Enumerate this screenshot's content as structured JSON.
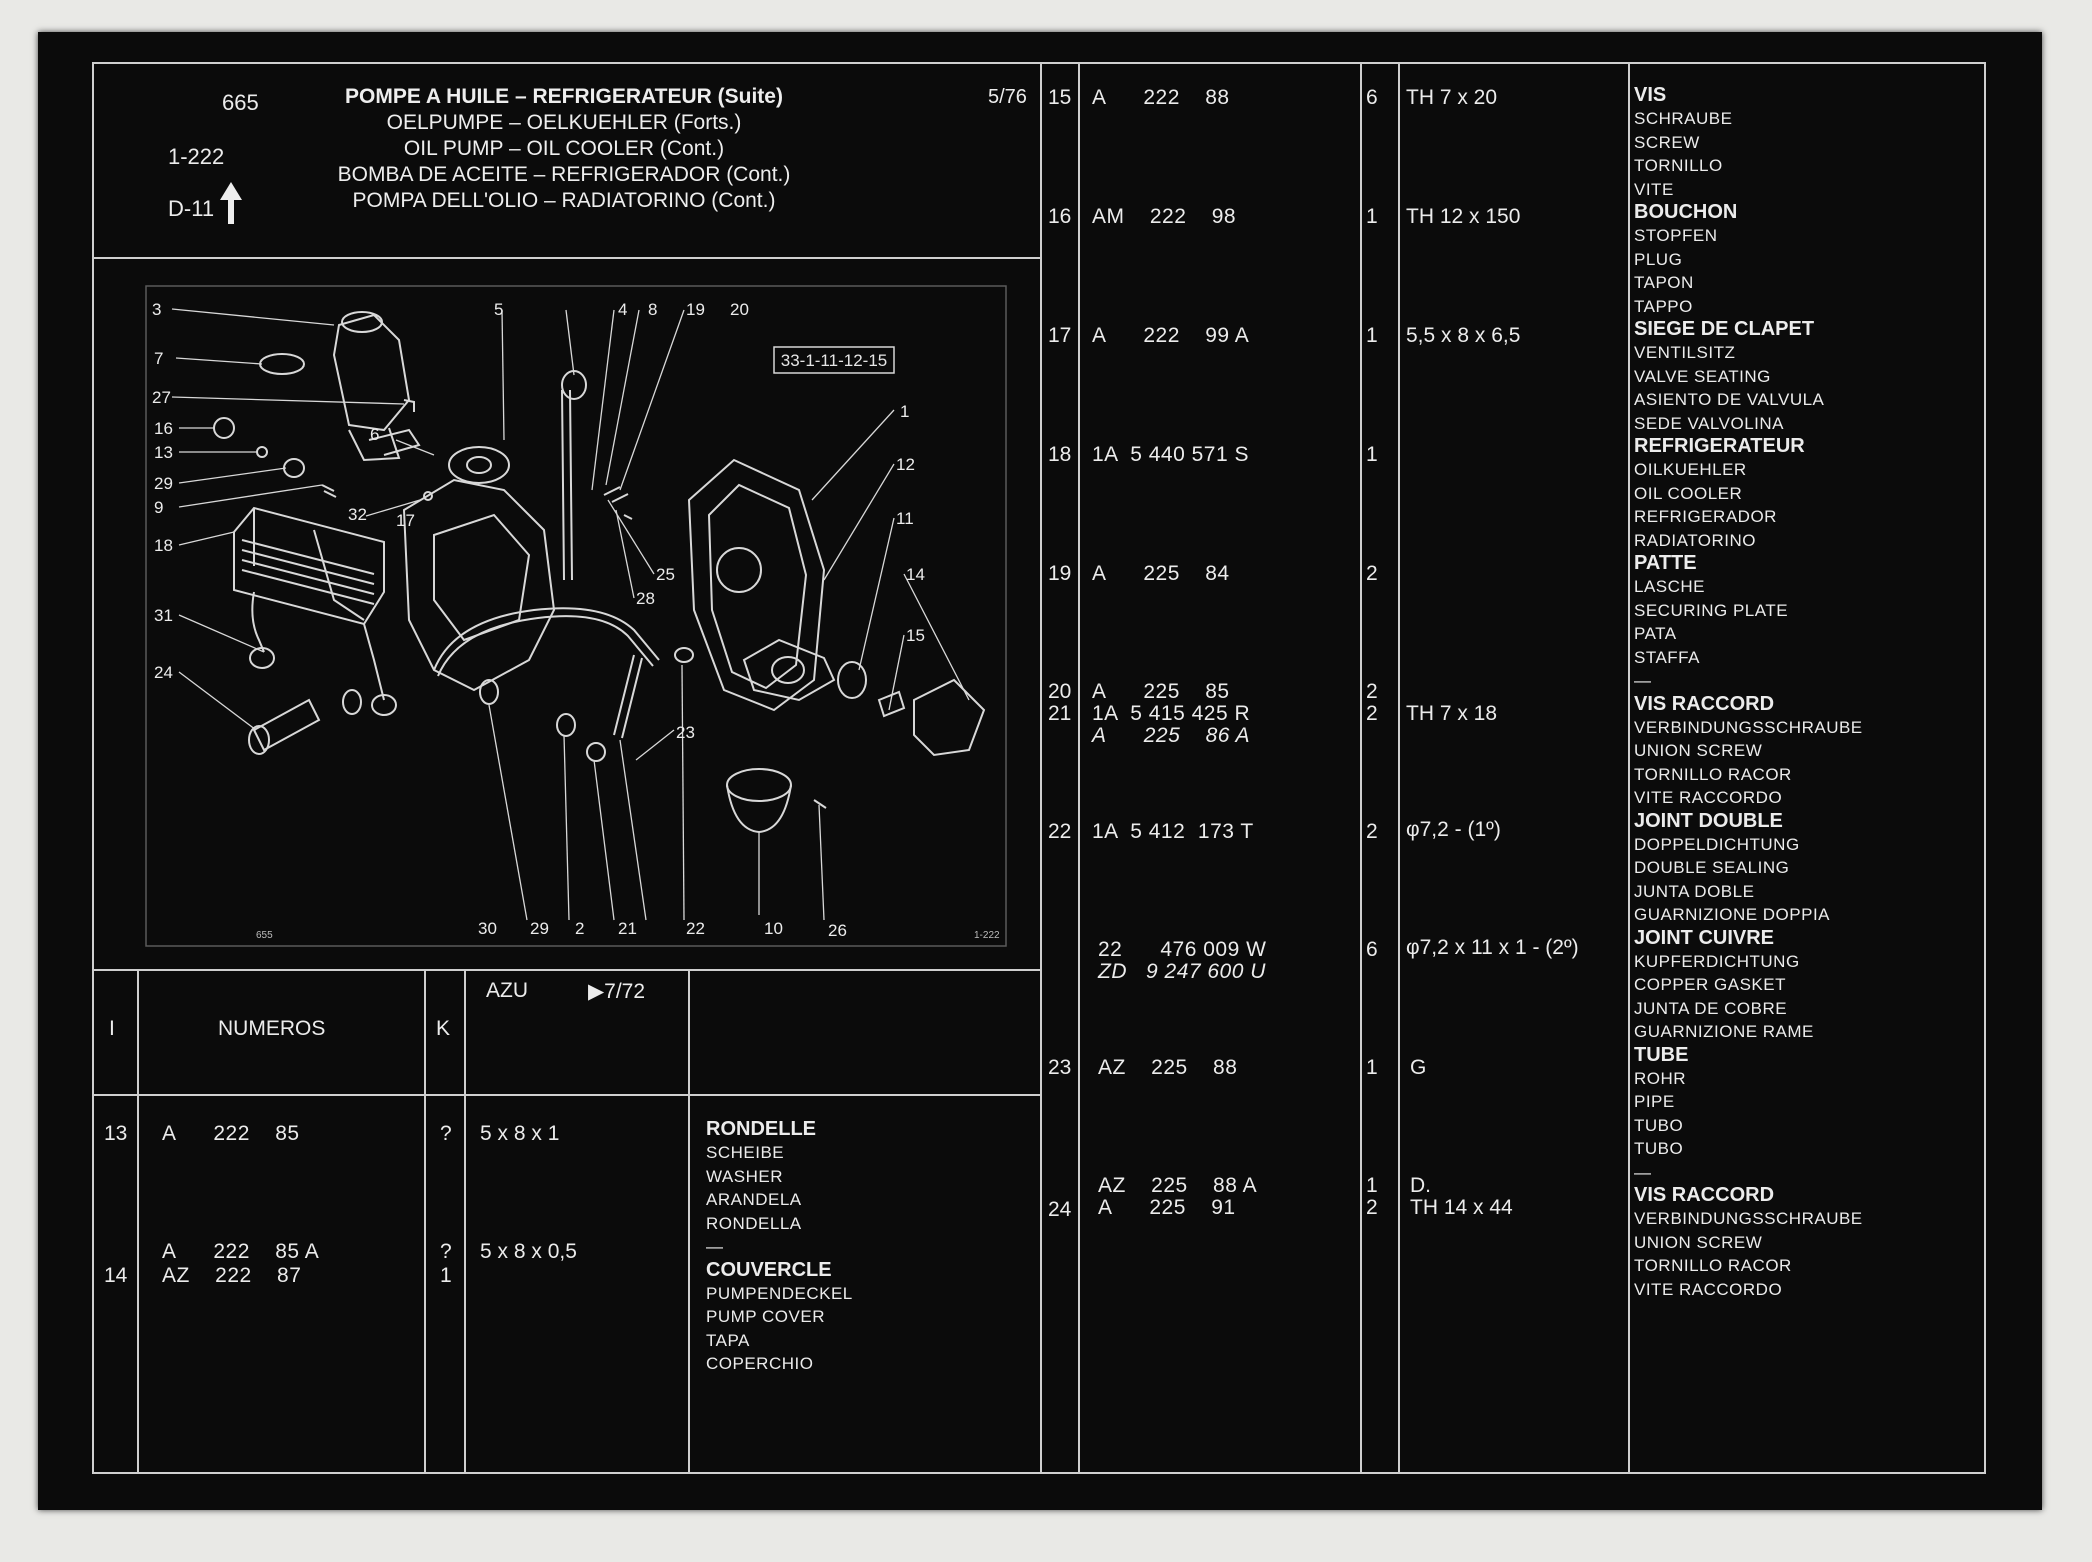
{
  "header": {
    "page_number": "665",
    "range": "1-222",
    "ref": "D-11",
    "date": "5/76",
    "titles": [
      "POMPE A HUILE – REFRIGERATEUR (Suite)",
      "OELPUMPE – OELKUEHLER (Forts.)",
      "OIL PUMP – OIL COOLER (Cont.)",
      "BOMBA DE ACEITE – REFRIGERADOR (Cont.)",
      "POMPA DELL'OLIO – RADIATORINO (Cont.)"
    ]
  },
  "diagram": {
    "ref_box": "33-1-11-12-15",
    "corner_left": "655",
    "corner_right": "1-222",
    "callouts": [
      "1",
      "2",
      "3",
      "4",
      "5",
      "6",
      "7",
      "8",
      "9",
      "10",
      "11",
      "12",
      "13",
      "14",
      "15",
      "16",
      "17",
      "18",
      "19",
      "20",
      "21",
      "22",
      "23",
      "24",
      "25",
      "26",
      "27",
      "28",
      "29",
      "29",
      "30",
      "31",
      "32"
    ]
  },
  "table_header": {
    "col_i": "I",
    "col_numeros": "NUMEROS",
    "col_k": "K",
    "col_azu": "AZU",
    "col_date": "▶7/72"
  },
  "left_rows": [
    {
      "i": "13",
      "num": "A      222    85",
      "k": "?",
      "dim": "5 x 8 x 1"
    },
    {
      "i": "",
      "num": "A      222    85 A",
      "k": "?",
      "dim": "5 x 8 x 0,5"
    },
    {
      "i": "14",
      "num": "AZ    222    87",
      "k": "1",
      "dim": ""
    }
  ],
  "left_desc": [
    {
      "head": "RONDELLE",
      "lines": [
        "SCHEIBE",
        "WASHER",
        "ARANDELA",
        "RONDELLA"
      ]
    },
    {
      "head": "COUVERCLE",
      "lines": [
        "PUMPENDECKEL",
        "PUMP COVER",
        "TAPA",
        "COPERCHIO"
      ]
    }
  ],
  "right_rows": [
    {
      "i": "15",
      "num": "A      222    88",
      "k": "6",
      "dim": "TH 7 x 20"
    },
    {
      "i": "16",
      "num": "AM    222    98",
      "k": "1",
      "dim": "TH 12 x 150"
    },
    {
      "i": "17",
      "num": "A      222    99 A",
      "k": "1",
      "dim": "5,5 x 8 x 6,5"
    },
    {
      "i": "18",
      "num": "1A  5 440 571 S",
      "k": "1",
      "dim": ""
    },
    {
      "i": "19",
      "num": "A      225    84",
      "k": "2",
      "dim": ""
    },
    {
      "i": "20",
      "num": "A      225    85",
      "k": "2",
      "dim": ""
    },
    {
      "i": "21",
      "num": "1A  5 415 425 R",
      "k": "2",
      "dim": "TH 7 x 18"
    },
    {
      "i": "",
      "num": "A      225    86 A",
      "k": "",
      "dim": ""
    },
    {
      "i": "22",
      "num": "1A  5 412  173 T",
      "k": "2",
      "dim": "φ7,2 - (1º)"
    },
    {
      "i": "",
      "num": "22      476 009 W",
      "k": "6",
      "dim": "φ7,2 x 11 x 1 - (2º)"
    },
    {
      "i": "",
      "num": "ZD   9 247 600 U",
      "k": "",
      "dim": ""
    },
    {
      "i": "23",
      "num": "AZ    225    88",
      "k": "1",
      "dim": "G"
    },
    {
      "i": "",
      "num": "AZ    225    88 A",
      "k": "1",
      "dim": "D."
    },
    {
      "i": "24",
      "num": "A      225    91",
      "k": "2",
      "dim": "TH 14 x 44"
    }
  ],
  "right_desc": [
    {
      "head": "VIS",
      "lines": [
        "SCHRAUBE",
        "SCREW",
        "TORNILLO",
        "VITE"
      ]
    },
    {
      "head": "BOUCHON",
      "lines": [
        "STOPFEN",
        "PLUG",
        "TAPON",
        "TAPPO"
      ]
    },
    {
      "head": "SIEGE DE CLAPET",
      "lines": [
        "VENTILSITZ",
        "VALVE SEATING",
        "ASIENTO DE VALVULA",
        "SEDE VALVOLINA"
      ]
    },
    {
      "head": "REFRIGERATEUR",
      "lines": [
        "OILKUEHLER",
        "OIL COOLER",
        "REFRIGERADOR",
        "RADIATORINO"
      ]
    },
    {
      "head": "PATTE",
      "lines": [
        "LASCHE",
        "SECURING PLATE",
        "PATA",
        "STAFFA"
      ]
    },
    {
      "head": "VIS RACCORD",
      "lines": [
        "VERBINDUNGSSCHRAUBE",
        "UNION SCREW",
        "TORNILLO RACOR",
        "VITE RACCORDO"
      ]
    },
    {
      "head": "JOINT DOUBLE",
      "lines": [
        "DOPPELDICHTUNG",
        "DOUBLE SEALING",
        "JUNTA DOBLE",
        "GUARNIZIONE DOPPIA"
      ]
    },
    {
      "head": "JOINT CUIVRE",
      "lines": [
        "KUPFERDICHTUNG",
        "COPPER GASKET",
        "JUNTA DE COBRE",
        "GUARNIZIONE RAME"
      ]
    },
    {
      "head": "TUBE",
      "lines": [
        "ROHR",
        "PIPE",
        "TUBO",
        "TUBO"
      ]
    },
    {
      "head": "VIS RACCORD",
      "lines": [
        "VERBINDUNGSSCHRAUBE",
        "UNION SCREW",
        "TORNILLO RACOR",
        "VITE RACCORDO"
      ]
    }
  ]
}
